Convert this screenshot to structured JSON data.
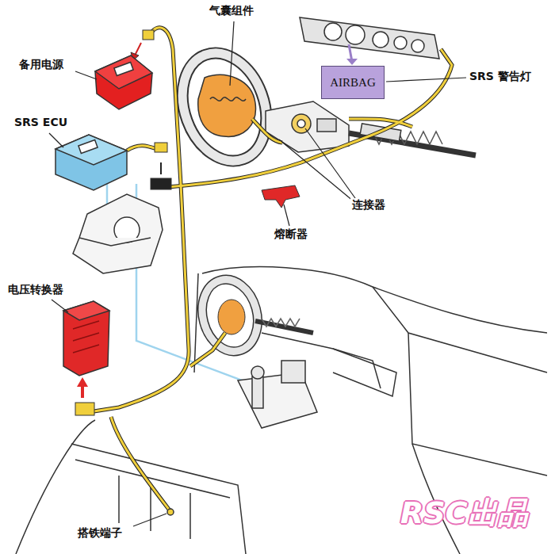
{
  "diagram": {
    "nodes": [
      {
        "text": [
          "AIRBAG"
        ]
      }
    ],
    "labels": [
      "气囊组件",
      "备用电源",
      "SRS ECU",
      "SRS 警告灯",
      "连接器",
      "熔断器",
      "电压转换器",
      "搭铁端子",
      "RSC出品"
    ]
  }
}
